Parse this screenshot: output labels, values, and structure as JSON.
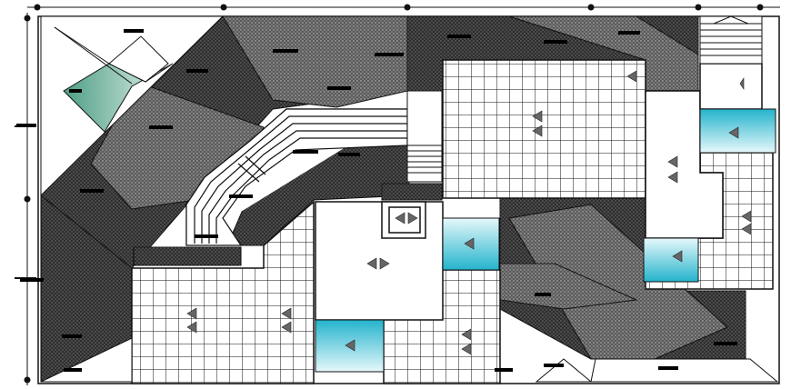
{
  "drawing": {
    "type": "roof-plan",
    "colors": {
      "background": "#ffffff",
      "line": "#111111",
      "roof_hatch_dark": "#2b2b2b",
      "roof_hatch_mid": "#555555",
      "tile_fill": "#ffffff",
      "tile_grid": "#111111",
      "water_tank_teal": "#3cc2d6",
      "skylight_green": "#5aa890",
      "label_block": "#000000"
    },
    "regions": [
      {
        "name": "sloped-roof",
        "count": 12
      },
      {
        "name": "tiled-terrace",
        "count": 4
      },
      {
        "name": "water-feature",
        "count": 4
      },
      {
        "name": "stair-ramp",
        "count": 2
      }
    ],
    "annotations": {
      "text_blocks_illegible": true
    }
  }
}
